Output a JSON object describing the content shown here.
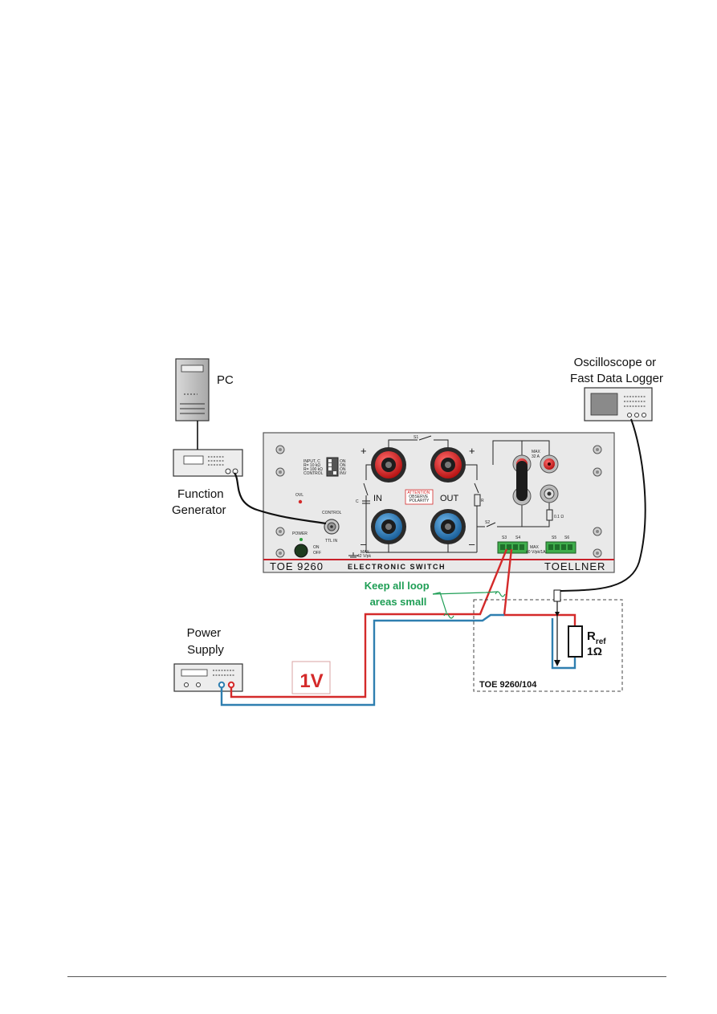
{
  "labels": {
    "pc": "PC",
    "function_generator": [
      "Function",
      "Generator"
    ],
    "oscilloscope": [
      "Oscilloscope or",
      "Fast Data Logger"
    ],
    "power_supply": [
      "Power",
      "Supply"
    ],
    "voltage": "1V",
    "loop_note": [
      "Keep all loop",
      "areas small"
    ],
    "shunt_box": "TOE 9260/104",
    "rref_main": "R",
    "rref_sub": "ref",
    "rref_value": "1Ω"
  },
  "device": {
    "model": "TOE 9260",
    "name": "ELECTRONIC SWITCH",
    "brand": "TOELLNER",
    "in_label": "IN",
    "out_label": "OUT",
    "plus": "+",
    "minus": "–",
    "attention": [
      "ATTENTION",
      "OBSERVE",
      "POLARITY"
    ],
    "control_label": "CONTROL",
    "ttl_label": "TTL IN",
    "power_label": "POWER",
    "on_label": "ON",
    "off_label": "OFF",
    "ovl_label": "OVL",
    "max_current": [
      "MAX",
      "32 A"
    ],
    "shunt_value": "0.1 Ω",
    "max_voltage": [
      "MAX",
      "42 V/pk"
    ],
    "max_terminal": [
      "MAX",
      "40 V/pk/1A"
    ],
    "switch_s1": "S1",
    "switch_s2": "S2",
    "cap_label": "C",
    "res_label": "R",
    "dip_labels": [
      "INPUT, C",
      "R= 10 kΩ",
      "R= 100 kΩ",
      "CONTROL"
    ],
    "dip_states": [
      "ON",
      "ON",
      "ON",
      "INV"
    ],
    "terminal_labels": [
      "S3",
      "S4",
      "S5",
      "S6"
    ]
  },
  "colors": {
    "red_wire": "#d42a2a",
    "blue_wire": "#2f7fb0",
    "green_note": "#1e9e55",
    "panel": "#e9e9e9",
    "red_rule": "#c8202a"
  }
}
